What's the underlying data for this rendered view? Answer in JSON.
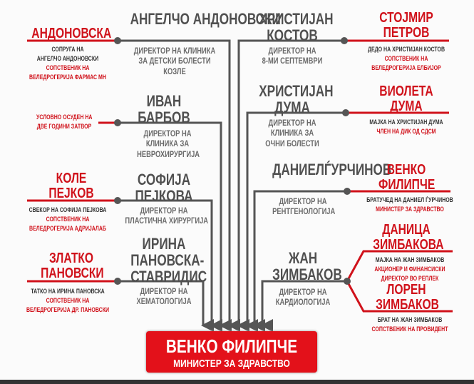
{
  "left": [
    {
      "name": "АНГЕЛЧО АНДОНОВСКИ",
      "role": [
        "ДИРЕКТОР НА КЛИНИКА",
        "ЗА ДЕТСКИ БОЛЕСТИ",
        "КОЗЛЕ"
      ],
      "relative": {
        "name": "АНДОНОВСКА",
        "lines": [
          "СОПРУГА НА",
          "АНГЕЛЧО АНДОНОВСКИ"
        ],
        "red": [
          "СОПСТВЕНИК НА",
          "ВЕЛЕДРОГЕРИЈА ФАРМАС МН"
        ]
      }
    },
    {
      "name": "ИВАН БАРБОВ",
      "role": [
        "ДИРЕКТОР НА",
        "КЛИНИКА ЗА",
        "НЕВРОХИРУРГИЈА"
      ],
      "relative": {
        "red": [
          "УСЛОВНО ОСУДЕН НА",
          "ДВЕ ГОДИНИ ЗАТВОР"
        ]
      }
    },
    {
      "name": "СОФИЈА ПЕЈКОВА",
      "role": [
        "ДИРЕКТОР НА",
        "ПЛАСТИЧНА ХИРУРГИЈА"
      ],
      "relative": {
        "name": "КОЛЕ ПЕЈКОВ",
        "lines": [
          "СВЕКОР НА СОФИЈА ПЕЈКОВА"
        ],
        "red": [
          "СОПСТВЕНИК НА",
          "ВЕЛЕДРОГЕРИЈА АДРИЈАЛАБ"
        ]
      }
    },
    {
      "name": "ИРИНА ПАНОВСКА- СТАВРИДИС",
      "role": [
        "ДИРЕКТОР НА",
        "ХЕМАТОЛОГИЈА"
      ],
      "relative": {
        "name": "ЗЛАТКО ПАНОВСКИ",
        "lines": [
          "ТАТКО НА ИРИНА ПАНОВСКА"
        ],
        "red": [
          "СОПСТВЕНИК НА",
          "ВЕЛЕДРОГЕРИЈА ДР. ПАНОВСКИ"
        ]
      }
    }
  ],
  "right": [
    {
      "name": "ХРИСТИЈАН КОСТОВ",
      "role": [
        "ДИРЕКТОР НА",
        "8-МИ СЕПТЕМВРИ"
      ],
      "relative": {
        "name": "СТОЈМИР ПЕТРОВ",
        "lines": [
          "ДЕДО НА ХРИСТИЈАН КОСТОВ"
        ],
        "red": [
          "СОПСТВЕНИК НА",
          "ВЕЛЕДРОГЕРИЈА ЕЛБИЈОР"
        ]
      }
    },
    {
      "name": "ХРИСТИЈАН ДУМА",
      "role": [
        "ДИРЕКТОР НА",
        "КЛИНИКА ЗА",
        "ОЧНИ БОЛЕСТИ"
      ],
      "relative": {
        "name": "ВИОЛЕТА ДУМА",
        "lines": [
          "МАЈКА НА ХРИСТИЈАН ДУМА"
        ],
        "red": [
          "ЧЛЕН НА ДИК ОД СДСМ"
        ]
      }
    },
    {
      "name": "ДАНИЕЛЃУРЧИНОВ",
      "role": [
        "ДИРЕКТОР НА",
        "РЕНТГЕНОЛОГИЈА"
      ],
      "relative": {
        "name": "ВЕНКО ФИЛИПЧЕ",
        "lines": [
          "БРАТУЧЕД НА ДАНИЕЛ ЃУРЧИНОВ"
        ],
        "red": [
          "МИНИСТЕР ЗА ЗДРАВСТВО"
        ]
      }
    },
    {
      "name": "ЖАН ЗИМБАКОВ",
      "role": [
        "ДИРЕКТОР НА",
        "КАРДИОЛОГИЈА"
      ],
      "relative": {
        "name": "ДАНИЦА ЗИМБАКОВА",
        "lines": [
          "МАЈКА НА ЖАН ЗИМБАКОВ"
        ],
        "red": [
          "АКЦИОНЕР И ФИНАНСИСКИ",
          "ДИРЕКТОР ВО РЕПЛЕК"
        ]
      },
      "relative2": {
        "name": "ЛОРЕН ЗИМБАКОВ",
        "lines": [
          "БРАТ НА ЖАН ЗИМБАКОВ"
        ],
        "red": [
          "СОПСТВЕНИК НА ПРОВИДЕНТ"
        ]
      }
    }
  ],
  "minister": {
    "name": "ВЕНКО ФИЛИПЧЕ",
    "title": "МИНИСТЕР ЗА ЗДРАВСТВО"
  },
  "colors": {
    "red": "#e3111a",
    "gray": "#505050"
  }
}
